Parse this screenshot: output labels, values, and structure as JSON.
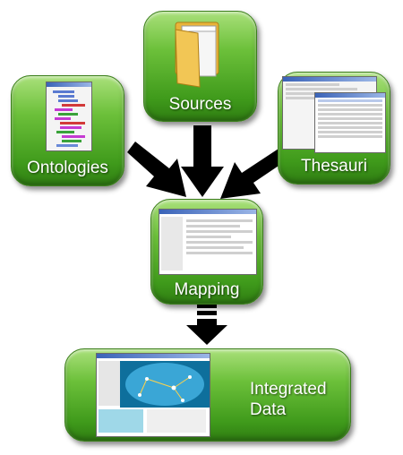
{
  "diagram": {
    "nodes": [
      {
        "id": "sources",
        "label": "Sources"
      },
      {
        "id": "ontologies",
        "label": "Ontologies"
      },
      {
        "id": "thesauri",
        "label": "Thesauri"
      },
      {
        "id": "mapping",
        "label": "Mapping"
      },
      {
        "id": "integrated",
        "label_line1": "Integrated",
        "label_line2": "Data"
      }
    ],
    "edges": [
      {
        "from": "ontologies",
        "to": "mapping"
      },
      {
        "from": "sources",
        "to": "mapping"
      },
      {
        "from": "thesauri",
        "to": "mapping"
      },
      {
        "from": "mapping",
        "to": "integrated"
      }
    ],
    "colors": {
      "box_green": "#5cb030",
      "arrow": "#000000",
      "label": "#ffffff"
    }
  }
}
